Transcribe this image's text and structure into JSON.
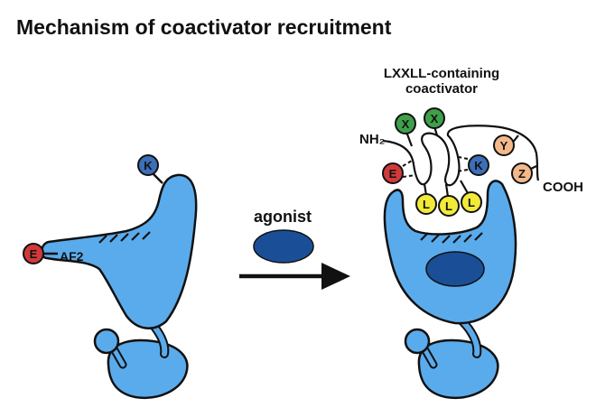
{
  "title": "Mechanism of coactivator recruitment",
  "stimulus": {
    "label": "agonist"
  },
  "coactivator": {
    "label_line1": "LXXLL-containing",
    "label_line2": "coactivator",
    "n_terminus": "NH₂",
    "c_terminus": "COOH"
  },
  "helix_label": "AF2",
  "residues": {
    "E": "E",
    "K": "K",
    "X": "X",
    "L": "L",
    "Y": "Y",
    "Z": "Z"
  },
  "colors": {
    "receptor": "#5aabec",
    "ligand": "#1a4f98",
    "residue_E": "#d23a3a",
    "residue_K": "#3c6fb8",
    "residue_X": "#3ea04a",
    "residue_L": "#f2ea38",
    "residue_YZ": "#f3b98a",
    "outline": "#111111"
  }
}
